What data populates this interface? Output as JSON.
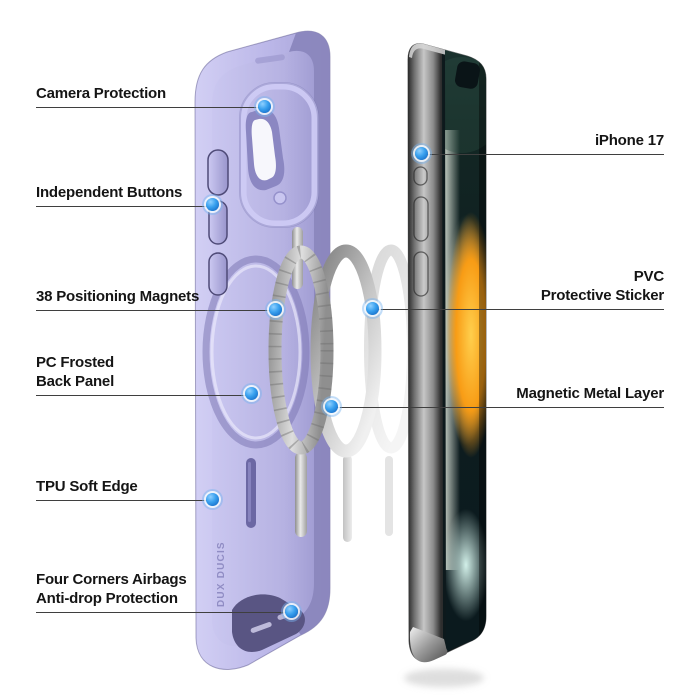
{
  "illustration": {
    "brand_text": "DUX DUCIS",
    "colors": {
      "case_lavender": "#b7b3e4",
      "case_shadow": "#8a86bd",
      "callout_dot_blue": "#2b8de0",
      "leader_line": "#3f3f3f",
      "flame_orange": "#f89c15",
      "screen_teal": "#12262a",
      "metal_ring_gray": "#b9b9b9"
    }
  },
  "callouts": {
    "left": [
      {
        "id": "camera-protection",
        "label": "Camera Protection"
      },
      {
        "id": "independent-buttons",
        "label": "Independent Buttons"
      },
      {
        "id": "positioning-magnets",
        "label": "38 Positioning Magnets"
      },
      {
        "id": "pc-frosted-back-panel",
        "label": "PC Frosted\nBack Panel"
      },
      {
        "id": "tpu-soft-edge",
        "label": "TPU Soft Edge"
      },
      {
        "id": "four-corners-airbags",
        "label": "Four Corners Airbags\nAnti-drop Protection"
      }
    ],
    "right": [
      {
        "id": "iphone-17",
        "label": "iPhone 17"
      },
      {
        "id": "pvc-protective-sticker",
        "label": "PVC\nProtective Sticker"
      },
      {
        "id": "magnetic-metal-layer",
        "label": "Magnetic Metal Layer"
      }
    ]
  }
}
